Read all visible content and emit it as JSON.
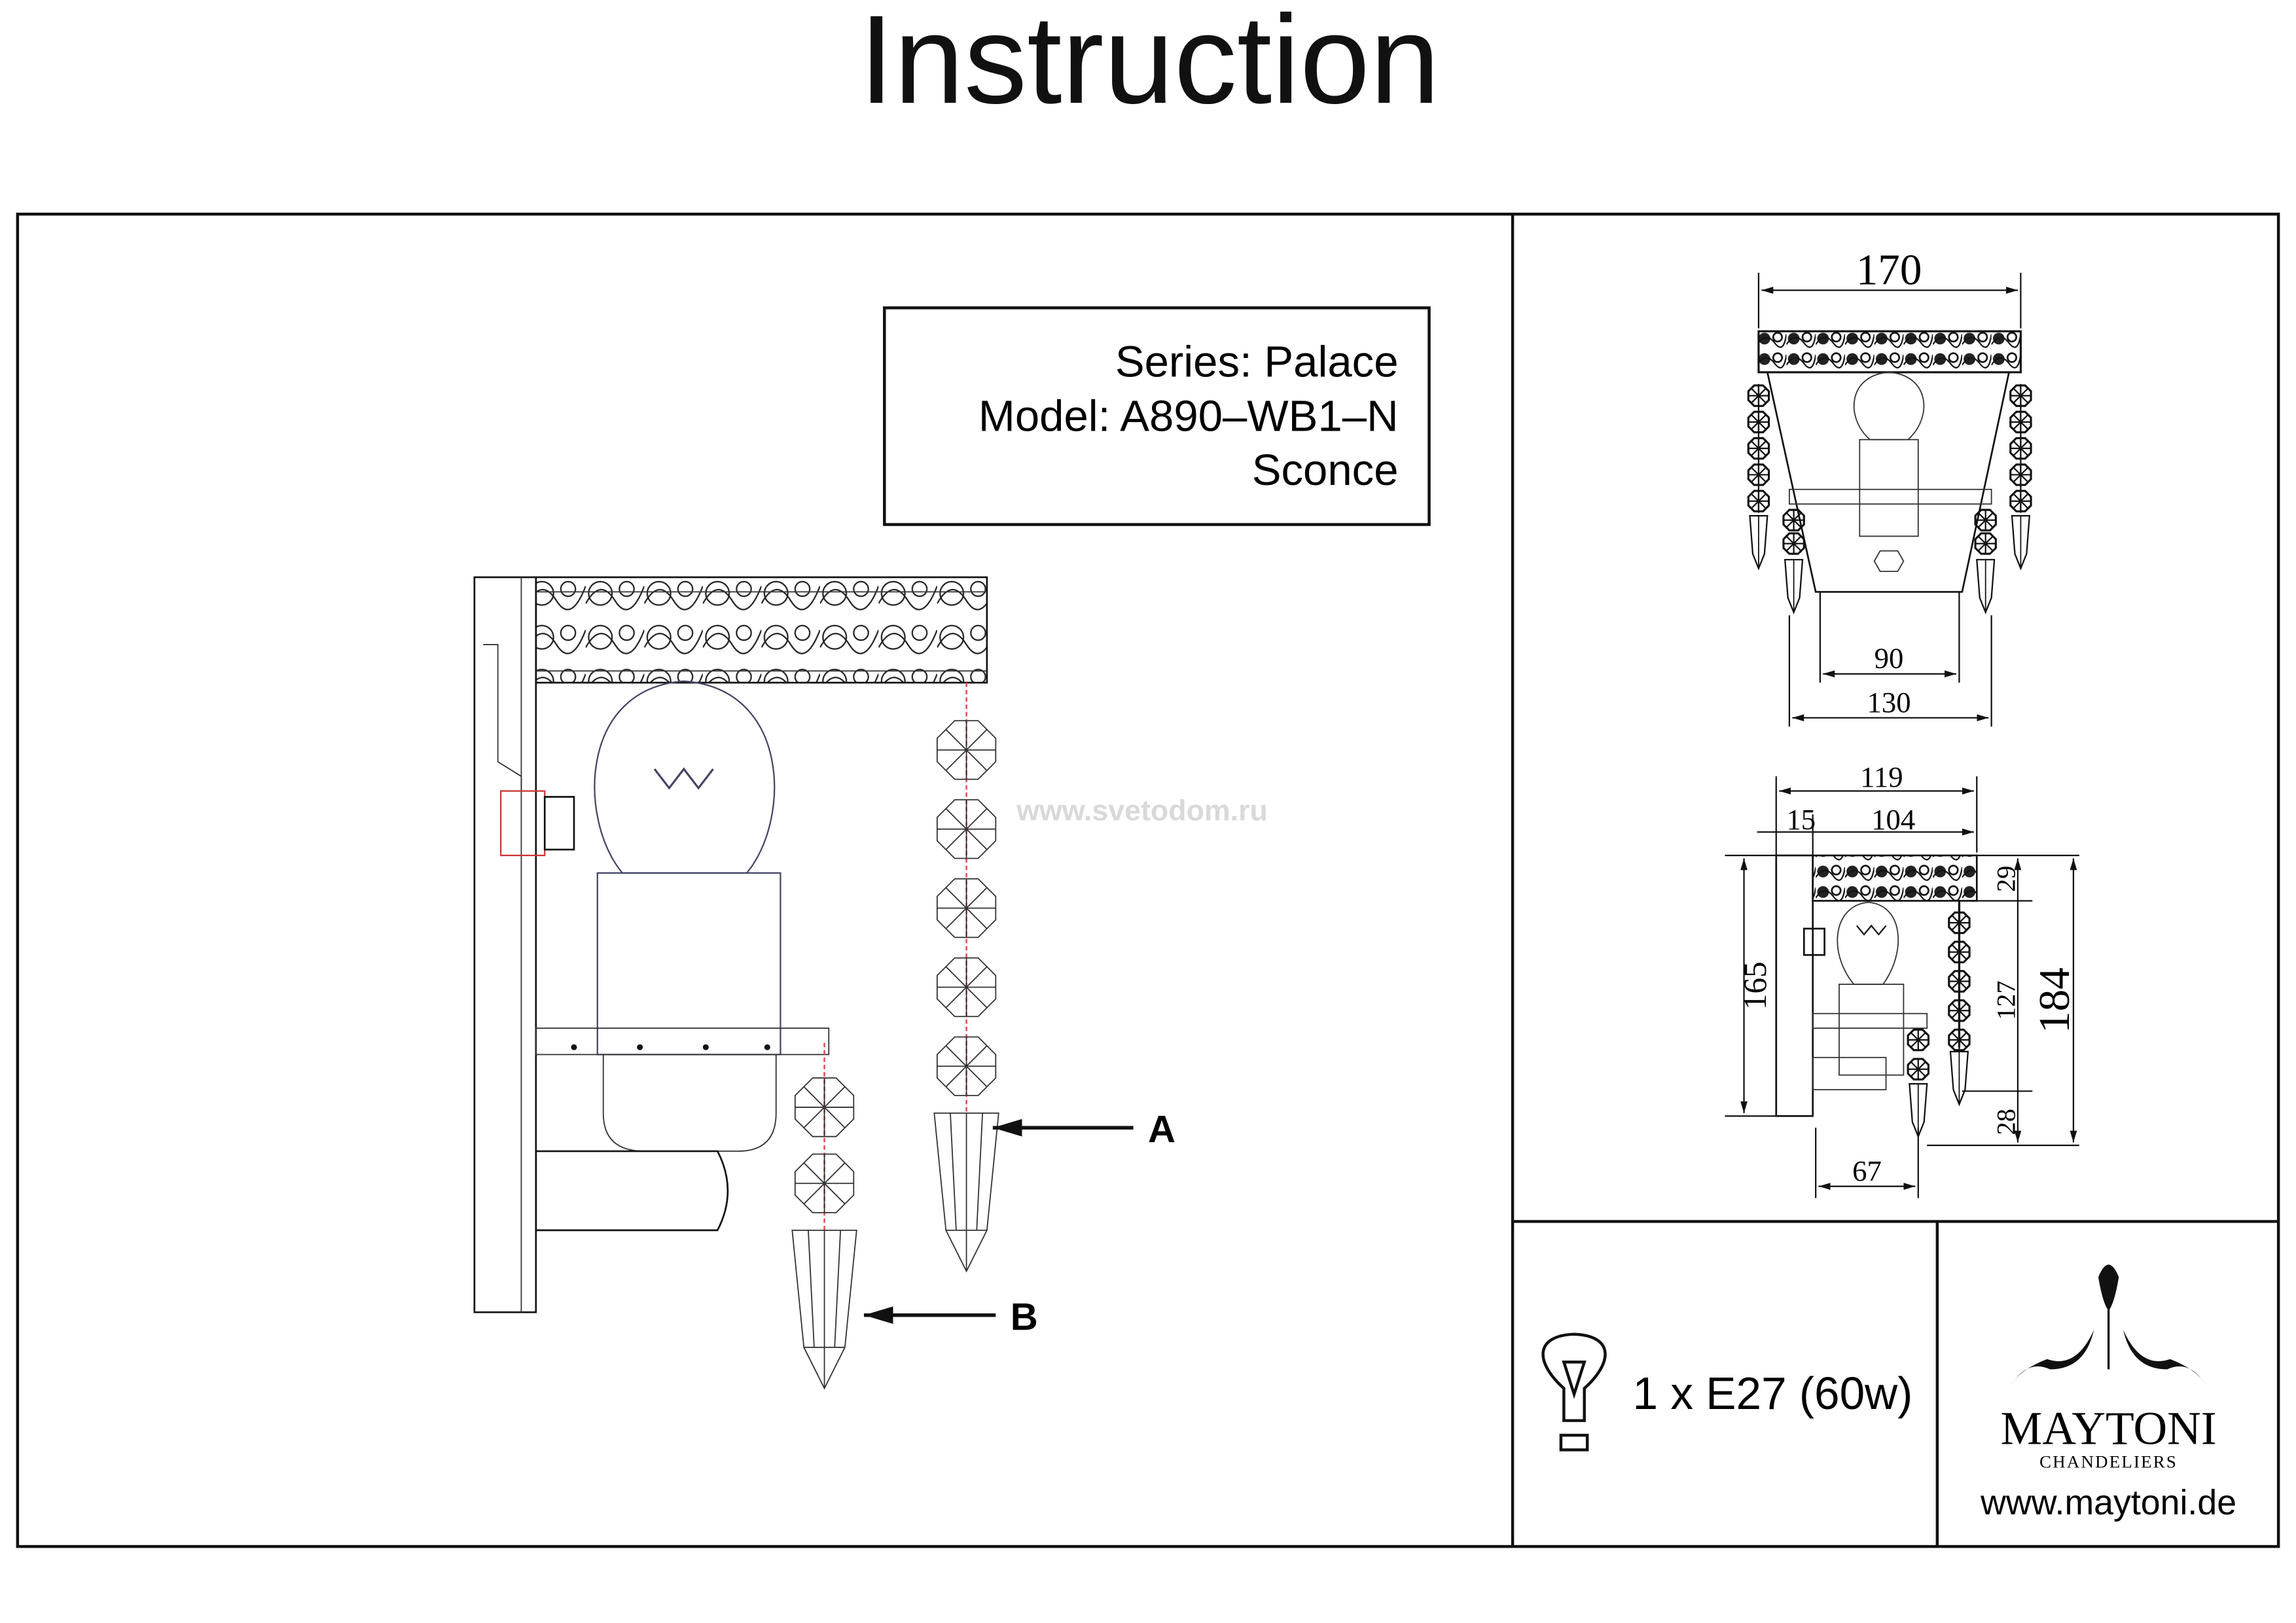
{
  "title": "Instruction",
  "info": {
    "series": "Series: Palace",
    "model": "Model: A890–WB1–N",
    "type": "Sconce"
  },
  "watermark": "www.svetodom.ru",
  "callouts": {
    "a": "A",
    "b": "B"
  },
  "front_view_dims": {
    "width": "170",
    "inner_bottom": "90",
    "outer_bottom": "130"
  },
  "side_view_dims": {
    "total_depth": "119",
    "plate": "15",
    "depth": "104",
    "plate_height": "165",
    "frieze": "29",
    "chain": "127",
    "drop": "28",
    "total_height": "184",
    "socket_offset": "67"
  },
  "lamp_spec": "1 x E27 (60w)",
  "brand": {
    "name": "MAYTONI",
    "tagline": "CHANDELIERS",
    "website": "www.maytoni.de"
  },
  "colors": {
    "line": "#111111",
    "chain_marker": "#e05a5a",
    "watermark": "#d9d9d9"
  }
}
